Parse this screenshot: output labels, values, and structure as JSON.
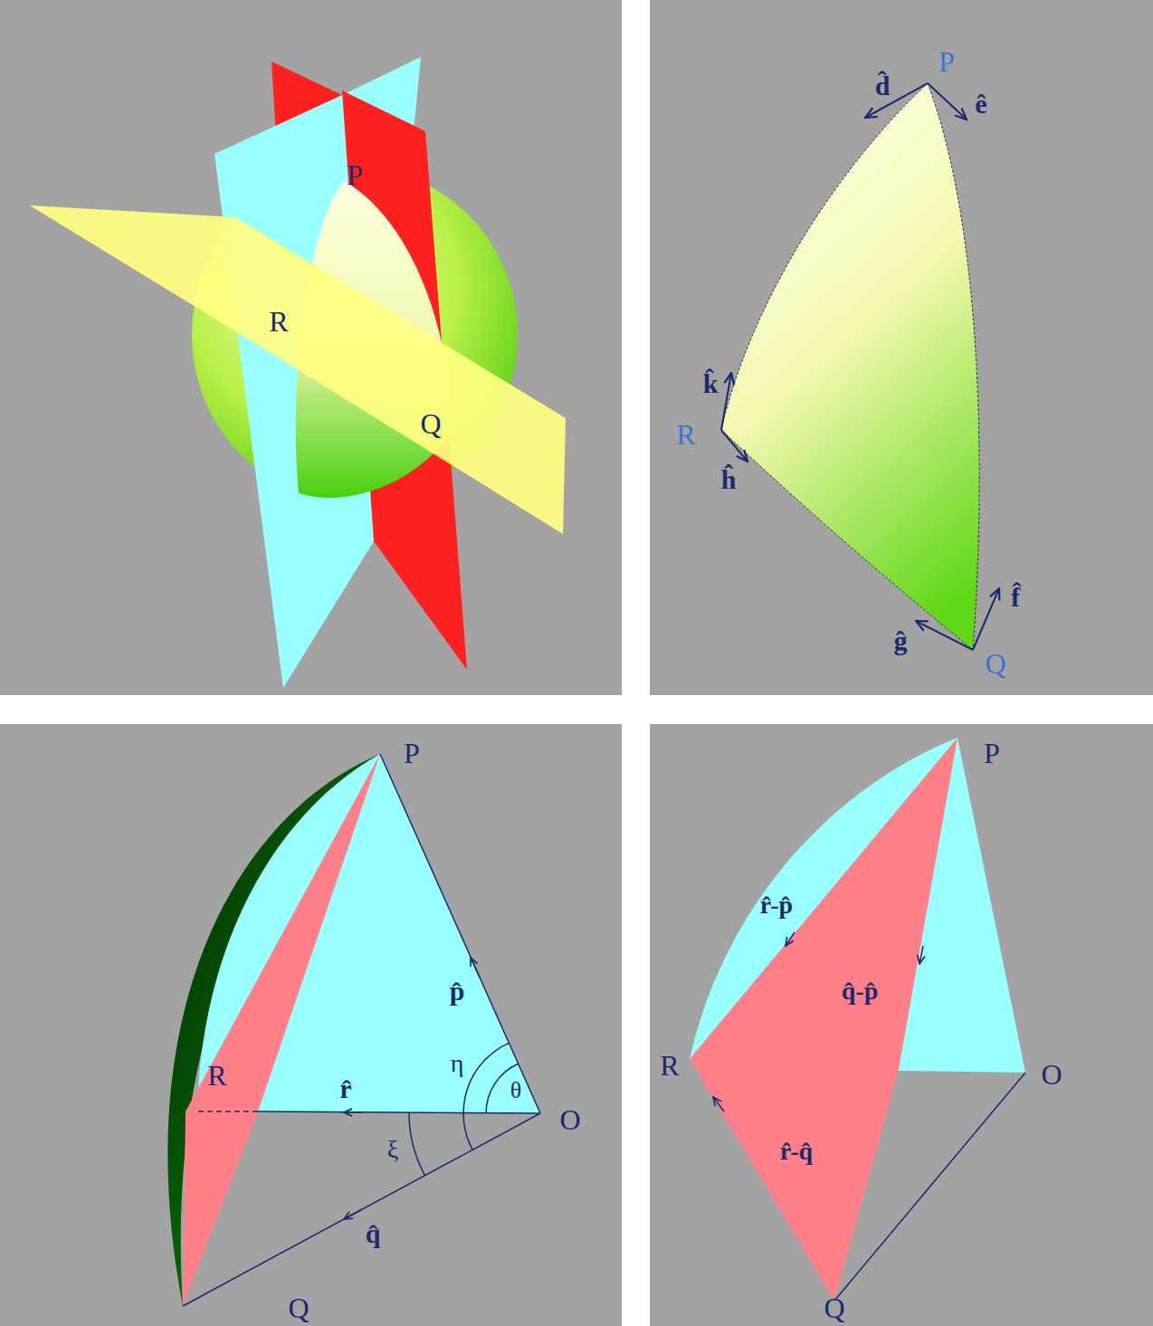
{
  "diagram": {
    "labels": [
      "P",
      "R",
      "Q",
      "d̂",
      "P",
      "ê",
      "k̂",
      "R",
      "ĥ",
      "f̂",
      "ĝ",
      "Q",
      "P",
      "p̂",
      "η",
      "θ",
      "R",
      "r̂",
      "O",
      "ξ",
      "q̂",
      "Q",
      "P",
      "r̂-p̂",
      "q̂-p̂",
      "R",
      "O",
      "r̂-q̂",
      "Q"
    ]
  }
}
